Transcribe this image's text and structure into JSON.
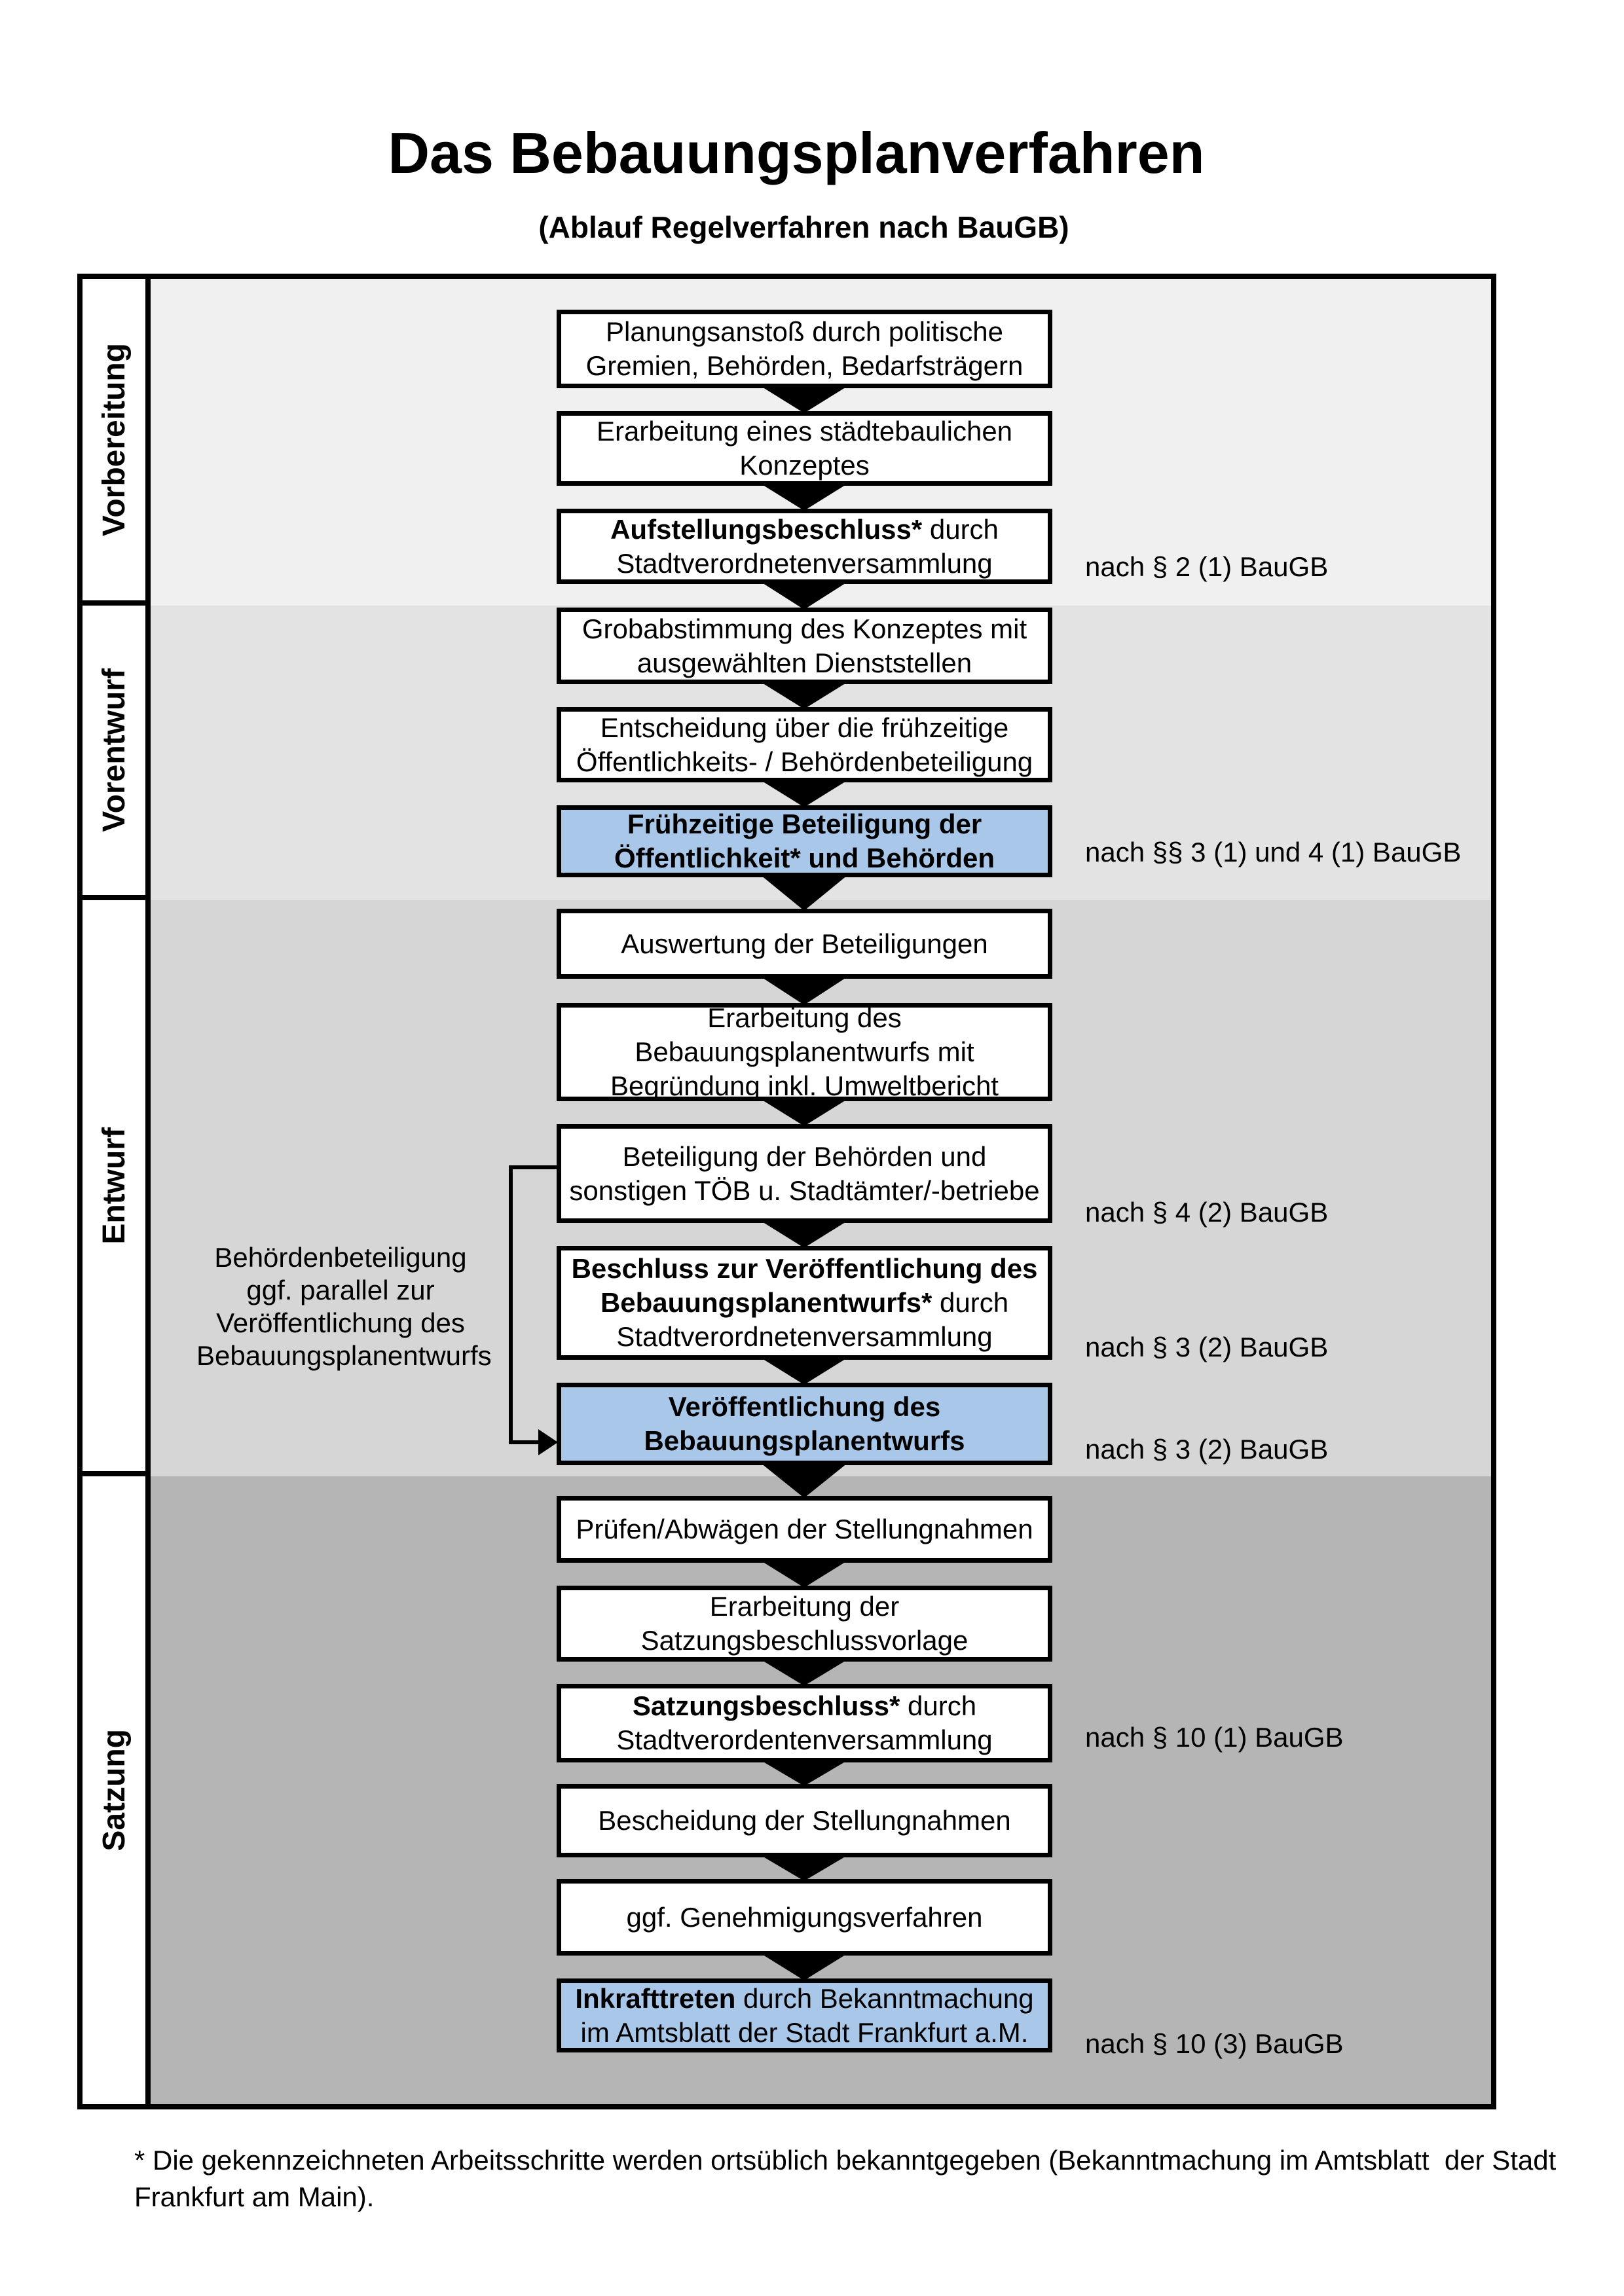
{
  "title": "Das Bebauungsplanverfahren",
  "subtitle": "(Ablauf Regelverfahren nach BauGB)",
  "colors": {
    "highlight_box": "#a9c7e8",
    "box_bg": "#ffffff",
    "line": "#000000",
    "sections": [
      "#f0f0f0",
      "#e3e3e3",
      "#d6d6d6",
      "#b5b5b5"
    ]
  },
  "phases": [
    {
      "label": "Vorbereitung"
    },
    {
      "label": "Vorentwurf"
    },
    {
      "label": "Entwurf"
    },
    {
      "label": "Satzung"
    }
  ],
  "steps": [
    {
      "phase": 0,
      "highlighted": false,
      "lines": [
        [
          {
            "text": "Planungsanstoß durch politische",
            "bold": false
          }
        ],
        [
          {
            "text": "Gremien, Behörden, Bedarfsträgern",
            "bold": false
          }
        ]
      ]
    },
    {
      "phase": 0,
      "highlighted": false,
      "lines": [
        [
          {
            "text": "Erarbeitung eines städtebaulichen",
            "bold": false
          }
        ],
        [
          {
            "text": "Konzeptes",
            "bold": false
          }
        ]
      ]
    },
    {
      "phase": 0,
      "highlighted": false,
      "legal_note": "nach § 2 (1) BauGB",
      "lines": [
        [
          {
            "text": "Aufstellungsbeschluss*",
            "bold": true
          },
          {
            "text": " durch",
            "bold": false
          }
        ],
        [
          {
            "text": "Stadtverordnetenversammlung",
            "bold": false
          }
        ]
      ]
    },
    {
      "phase": 1,
      "highlighted": false,
      "lines": [
        [
          {
            "text": "Grobabstimmung des Konzeptes mit",
            "bold": false
          }
        ],
        [
          {
            "text": "ausgewählten Dienststellen",
            "bold": false
          }
        ]
      ]
    },
    {
      "phase": 1,
      "highlighted": false,
      "lines": [
        [
          {
            "text": "Entscheidung über die frühzeitige",
            "bold": false
          }
        ],
        [
          {
            "text": "Öffentlichkeits- / Behördenbeteiligung",
            "bold": false
          }
        ]
      ]
    },
    {
      "phase": 1,
      "highlighted": true,
      "legal_note": "nach §§ 3 (1) und 4 (1) BauGB",
      "lines": [
        [
          {
            "text": "Frühzeitige Beteiligung der",
            "bold": true
          }
        ],
        [
          {
            "text": "Öffentlichkeit* und Behörden",
            "bold": true
          }
        ]
      ]
    },
    {
      "phase": 2,
      "highlighted": false,
      "lines": [
        [
          {
            "text": "Auswertung der Beteiligungen",
            "bold": false
          }
        ]
      ]
    },
    {
      "phase": 2,
      "highlighted": false,
      "lines": [
        [
          {
            "text": "Erarbeitung des",
            "bold": false
          }
        ],
        [
          {
            "text": "Bebauungsplanentwurfs mit",
            "bold": false
          }
        ],
        [
          {
            "text": "Begründung inkl. Umweltbericht",
            "bold": false
          }
        ]
      ]
    },
    {
      "phase": 2,
      "highlighted": false,
      "legal_note": "nach § 4 (2) BauGB",
      "lines": [
        [
          {
            "text": "Beteiligung der Behörden und",
            "bold": false
          }
        ],
        [
          {
            "text": "sonstigen TÖB u. Stadtämter/-betriebe",
            "bold": false
          }
        ]
      ]
    },
    {
      "phase": 2,
      "highlighted": false,
      "legal_note": "nach § 3 (2) BauGB",
      "lines": [
        [
          {
            "text": "Beschluss zur Veröffentlichung des",
            "bold": true
          }
        ],
        [
          {
            "text": "Bebauungsplanentwurfs*",
            "bold": true
          },
          {
            "text": " durch",
            "bold": false
          }
        ],
        [
          {
            "text": "Stadtverordnetenversammlung",
            "bold": false
          }
        ]
      ]
    },
    {
      "phase": 2,
      "highlighted": true,
      "legal_note": "nach § 3 (2) BauGB",
      "lines": [
        [
          {
            "text": "Veröffentlichung des",
            "bold": true
          }
        ],
        [
          {
            "text": "Bebauungsplanentwurfs",
            "bold": true
          }
        ]
      ]
    },
    {
      "phase": 3,
      "highlighted": false,
      "lines": [
        [
          {
            "text": "Prüfen/Abwägen der Stellungnahmen",
            "bold": false
          }
        ]
      ]
    },
    {
      "phase": 3,
      "highlighted": false,
      "lines": [
        [
          {
            "text": "Erarbeitung der",
            "bold": false
          }
        ],
        [
          {
            "text": "Satzungsbeschlussvorlage",
            "bold": false
          }
        ]
      ]
    },
    {
      "phase": 3,
      "highlighted": false,
      "legal_note": "nach § 10 (1) BauGB",
      "lines": [
        [
          {
            "text": "Satzungsbeschluss*",
            "bold": true
          },
          {
            "text": " durch",
            "bold": false
          }
        ],
        [
          {
            "text": "Stadtverordentenversammlung",
            "bold": false
          }
        ]
      ]
    },
    {
      "phase": 3,
      "highlighted": false,
      "lines": [
        [
          {
            "text": "Bescheidung der Stellungnahmen",
            "bold": false
          }
        ]
      ]
    },
    {
      "phase": 3,
      "highlighted": false,
      "lines": [
        [
          {
            "text": "ggf. Genehmigungsverfahren",
            "bold": false
          }
        ]
      ]
    },
    {
      "phase": 3,
      "highlighted": true,
      "legal_note": "nach § 10 (3) BauGB",
      "lines": [
        [
          {
            "text": "Inkrafttreten",
            "bold": true
          },
          {
            "text": " durch Bekanntmachung",
            "bold": false
          }
        ],
        [
          {
            "text": "im Amtsblatt der Stadt Frankfurt a.M.",
            "bold": false
          }
        ]
      ]
    }
  ],
  "side_note": {
    "lines": [
      "Behördenbeteiligung",
      "ggf. parallel zur",
      "Veröffentlichung des",
      "Bebauungsplanentwurfs"
    ]
  },
  "footnote": {
    "text": "* Die gekennzeichneten Arbeitsschritte werden ortsüblich bekanntgegeben (Bekanntmachung im Amtsblatt  der Stadt\nFrankfurt am Main)."
  }
}
